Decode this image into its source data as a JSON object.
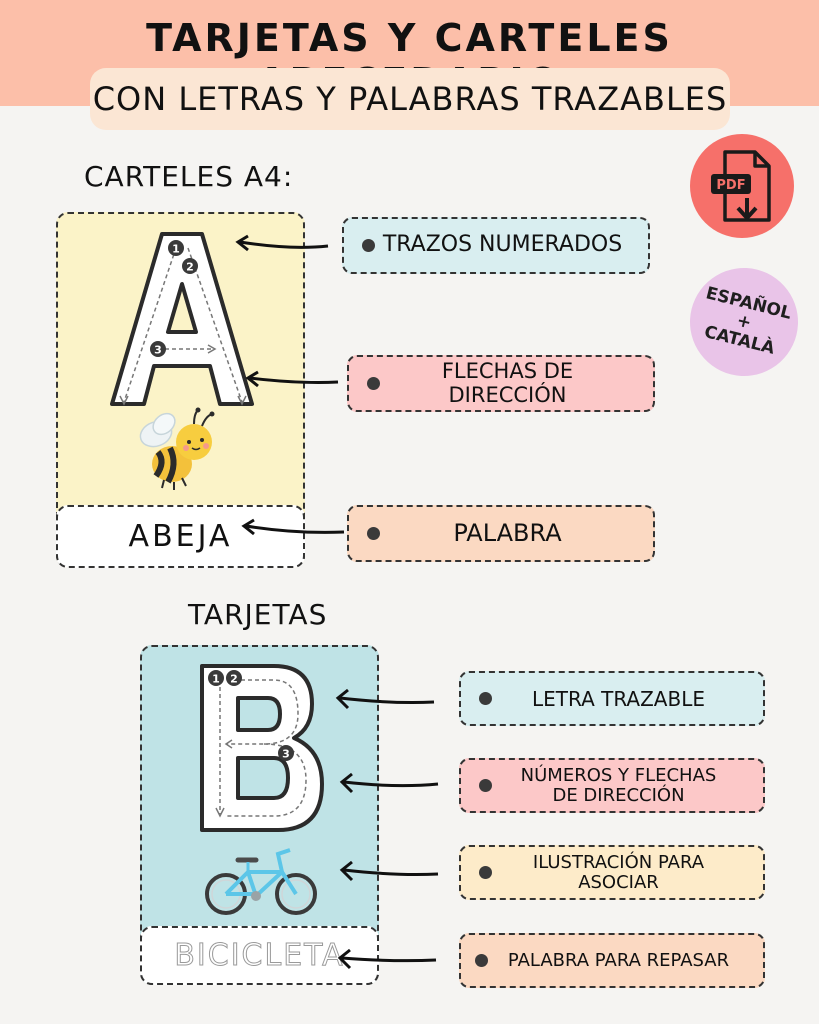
{
  "header": {
    "title": "TARJETAS Y CARTELES ABECEDARIO",
    "subtitle": "CON LETRAS Y PALABRAS TRAZABLES"
  },
  "badges": {
    "pdf_label": "PDF",
    "language_line1": "ESPAÑOL",
    "language_line2": "+",
    "language_line3": "CATALÀ"
  },
  "posters": {
    "label": "CARTELES A4:",
    "letter": "A",
    "word": "ABEJA",
    "stroke_numbers": [
      "1",
      "2",
      "3"
    ],
    "callouts": [
      "TRAZOS NUMERADOS",
      "FLECHAS DE DIRECCIÓN",
      "PALABRA"
    ]
  },
  "cards": {
    "label": "TARJETAS",
    "letter": "B",
    "word": "BICICLETA",
    "stroke_numbers": [
      "1",
      "2",
      "3"
    ],
    "callouts": [
      {
        "line1": "LETRA TRAZABLE",
        "line2": ""
      },
      {
        "line1": "NÚMEROS Y FLECHAS",
        "line2": "DE DIRECCIÓN"
      },
      {
        "line1": "ILUSTRACIÓN PARA",
        "line2": "ASOCIAR"
      },
      {
        "line1": "PALABRA PARA REPASAR",
        "line2": ""
      }
    ]
  },
  "colors": {
    "header": "#fcbfa9",
    "subtitle_pill": "#fbe6d4",
    "poster_bg": "#fbf3c8",
    "card_bg": "#bfe3e6",
    "callout_blue": "#d9eef0",
    "callout_pink": "#fcc8c8",
    "callout_peach": "#fbd9c2",
    "callout_yellow": "#fdebc9",
    "pdf_badge": "#f6706a",
    "language_badge": "#e9c4e8"
  },
  "icons": [
    "pdf-file-icon",
    "download-arrow-icon",
    "bee-illustration",
    "bicycle-illustration",
    "arrow-icon"
  ]
}
